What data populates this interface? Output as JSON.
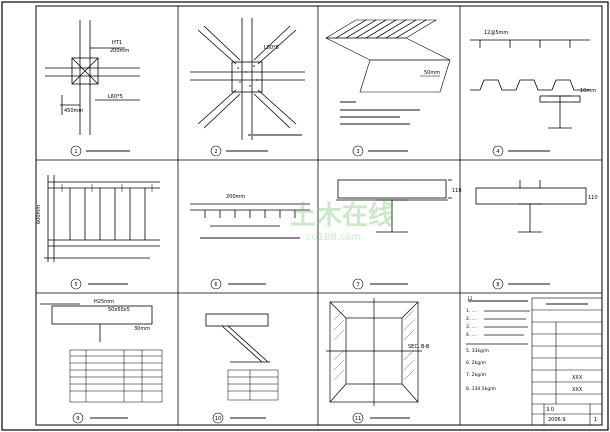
{
  "labels": {
    "p1a": "HT1",
    "p1b": "200mm",
    "p1c": "L60*5",
    "p1d": "450mm",
    "p2a": "L60*5",
    "p3a": "50mm",
    "p4a": "12@5mm",
    "p4b": "10mm",
    "p5a": "600mm",
    "p6a": "200mm",
    "p7a": "110",
    "p8a": "110",
    "p9a": "H25mm",
    "p9b": "50x50x5",
    "p9c": "30mm",
    "p11a": "SEC. B-B"
  },
  "notes_p12": [
    "1. ...",
    "2. ...",
    "3. ...",
    "4. ...",
    "5. 33kg/m",
    "6. 2kg/m",
    "7. 2kg/m",
    "8. 130.5kg/m"
  ],
  "cells": [
    "1",
    "2",
    "3",
    "4",
    "5",
    "6",
    "7",
    "8",
    "9",
    "10",
    "11",
    "12"
  ],
  "title_block": {
    "values": [
      "XXX",
      "XXX"
    ],
    "sheet_no": "3.0",
    "date": "2006.9",
    "page": "1"
  },
  "watermark": {
    "line1": "土木在线",
    "line2": "co188.com"
  }
}
